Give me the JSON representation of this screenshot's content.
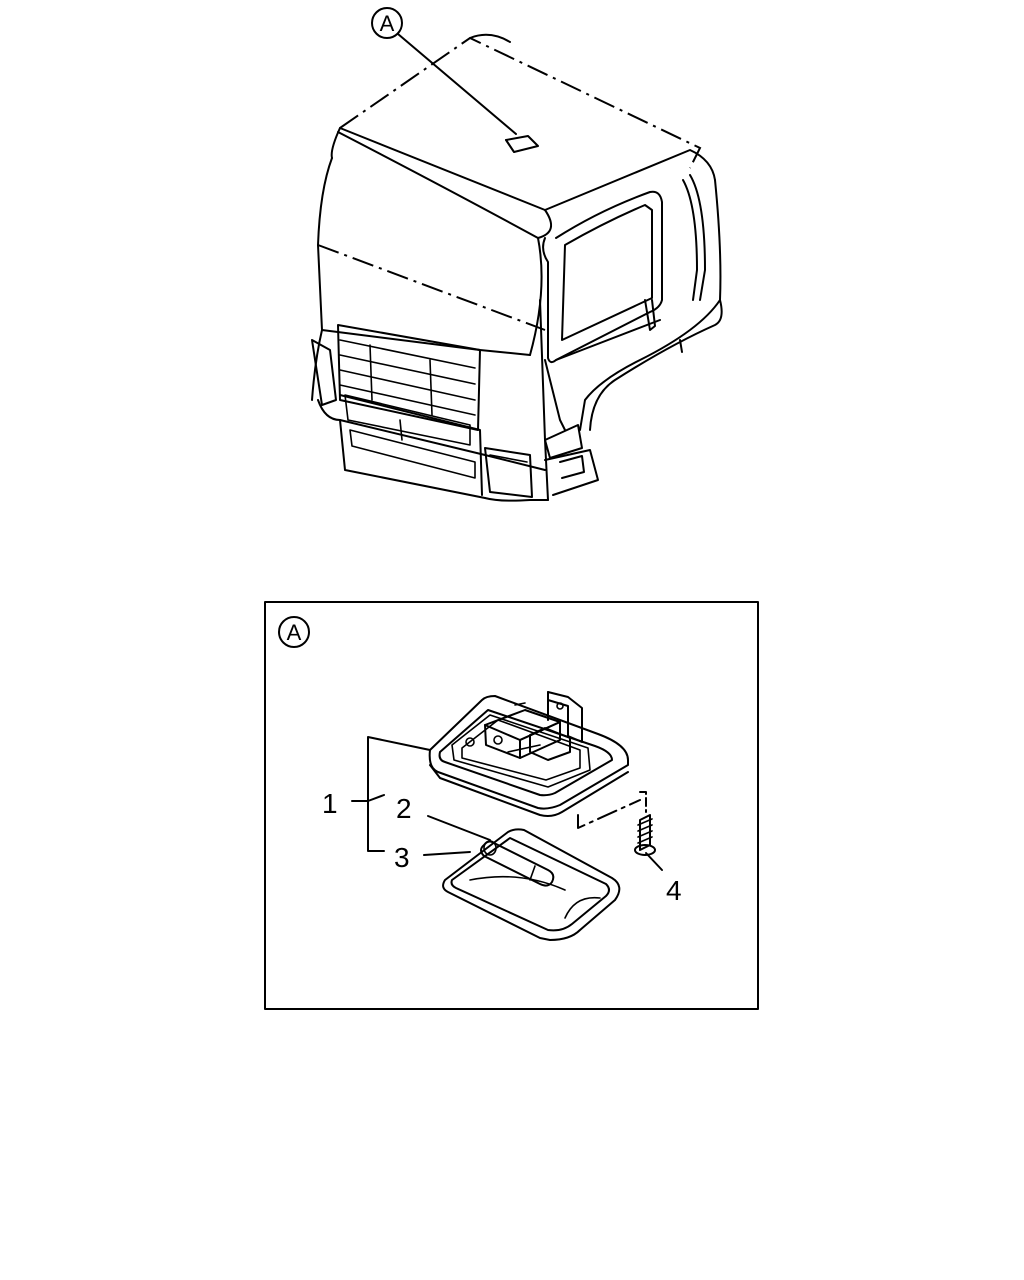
{
  "diagram": {
    "overview": {
      "view_marker": "A"
    },
    "detail": {
      "view_marker": "A",
      "callouts": [
        {
          "id": "1",
          "label": "1"
        },
        {
          "id": "2",
          "label": "2"
        },
        {
          "id": "3",
          "label": "3"
        },
        {
          "id": "4",
          "label": "4"
        }
      ]
    }
  }
}
